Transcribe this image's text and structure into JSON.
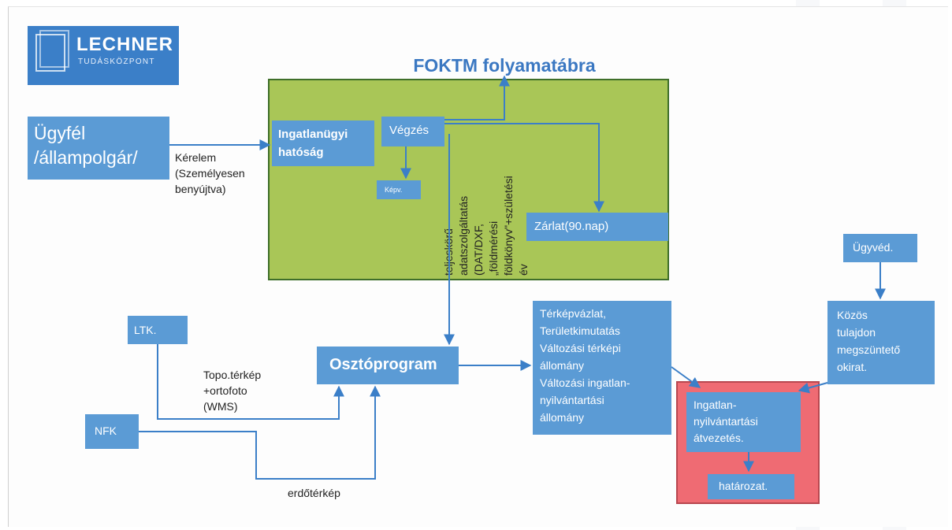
{
  "title": "FOKTM folyamatábra",
  "logo": {
    "name": "LECHNER",
    "sub": "TUDÁSKÖZPONT"
  },
  "nodes": {
    "ugyfel": "Ügyfél\n/állampolgár/",
    "ingatlanugyi": "Ingatlanügyi\nhatóság",
    "vegzes": "Végzés",
    "kepv": "Képv.",
    "zarlat": "Zárlat(90.nap)",
    "ugyved": "Ügyvéd.",
    "kozos": "Közös\ntulajdon\nmegszüntető\nokirat.",
    "ltk": "LTK.",
    "nfk": "NFK",
    "osztoprogram": "Osztóprogram",
    "terkepvazlat": "Térképvázlat,\nTerületkimutatás\nVáltozási térképi\nállomány\nVáltozási ingatlan-\nnyilvántartási\nállomány",
    "atvezetes": "Ingatlan-\nnyilvántartási\nátvezetés.",
    "hatarozat": "határozat."
  },
  "labels": {
    "kerelem": "Kérelem\n(Személyesen\nbenyújtva)",
    "topo": "Topo.térkép\n+ortofoto\n(WMS)",
    "erdo": "erdőtérkép",
    "adatszolg": "teljeskörű\nadatszolgáltatás\n(DAT/DXF,\n„földmérési\nföldkönyv\"+születési\név"
  }
}
